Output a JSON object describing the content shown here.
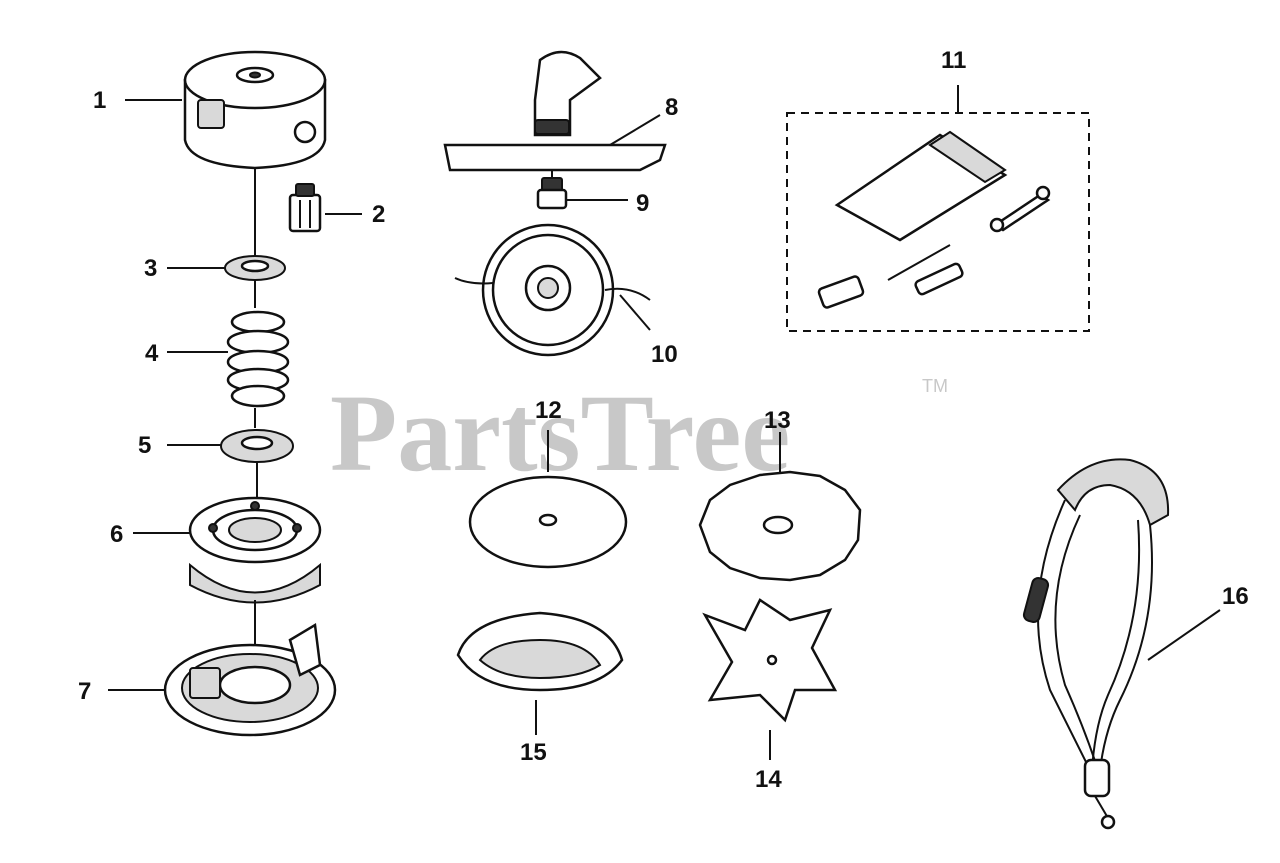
{
  "watermark": {
    "text": "PartsTree",
    "trademark": "TM"
  },
  "callouts": [
    "1",
    "2",
    "3",
    "4",
    "5",
    "6",
    "7",
    "8",
    "9",
    "10",
    "11",
    "12",
    "13",
    "14",
    "15",
    "16"
  ]
}
